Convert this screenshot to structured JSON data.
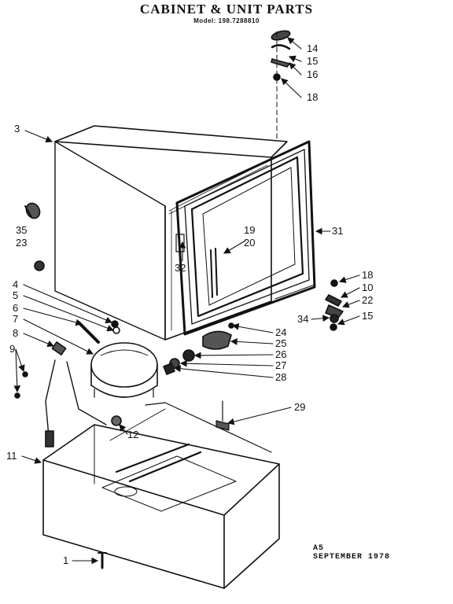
{
  "header": {
    "title": "CABINET & UNIT PARTS",
    "model": "Model: 198.7288810"
  },
  "footer": {
    "code": "A5",
    "date": "SEPTEMBER 1978"
  },
  "callouts": [
    "1",
    "3",
    "4",
    "5",
    "6",
    "7",
    "8",
    "9",
    "10",
    "11",
    "12",
    "14",
    "15",
    "16",
    "18",
    "19",
    "20",
    "22",
    "23",
    "24",
    "25",
    "26",
    "27",
    "28",
    "29",
    "31",
    "32",
    "34",
    "35"
  ]
}
